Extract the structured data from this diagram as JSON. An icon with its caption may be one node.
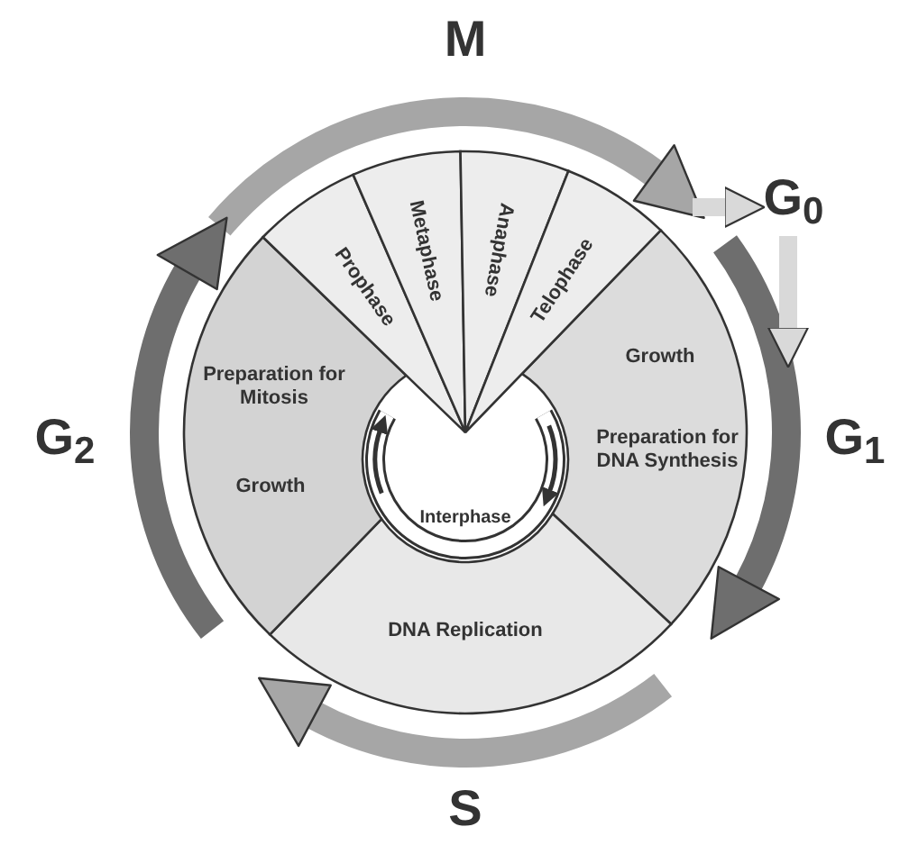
{
  "diagram": {
    "nodes": [
      {
        "text": [
          "Prophase"
        ]
      },
      {
        "text": [
          "Metaphase"
        ]
      },
      {
        "text": [
          "Anaphase"
        ]
      },
      {
        "text": [
          "Telophase"
        ]
      },
      {
        "text": [
          "Growth",
          "Preparation for DNA Synthesis"
        ]
      },
      {
        "text": [
          "DNA Replication"
        ]
      },
      {
        "text": [
          "Preparation for Mitosis",
          "Growth"
        ]
      },
      {
        "text": [
          "Interphase"
        ]
      },
      {
        "text": [
          "M"
        ]
      },
      {
        "text": [
          "G$_{1}$"
        ]
      },
      {
        "text": [
          "S"
        ]
      },
      {
        "text": [
          "G$_{2}$"
        ]
      },
      {
        "text": [
          "G$_{0}$"
        ]
      }
    ],
    "edges": [
      {
        "from": 8,
        "to": 12,
        "arrow": "to"
      },
      {
        "from": 12,
        "to": 9,
        "arrow": "to"
      }
    ]
  }
}
